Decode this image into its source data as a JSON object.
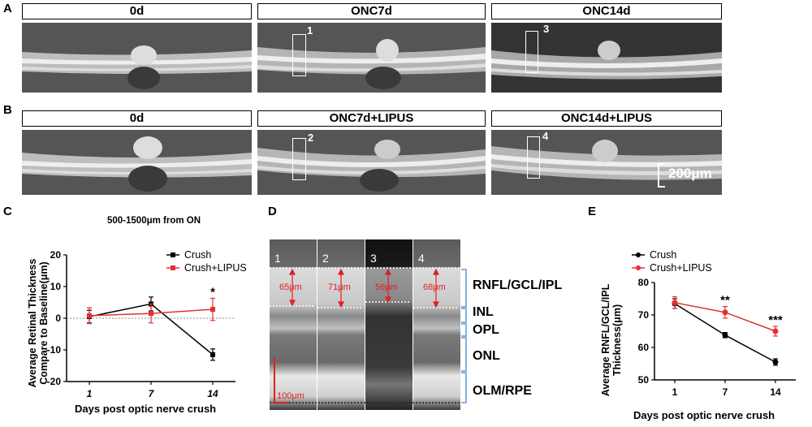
{
  "panels": {
    "A": {
      "label": "A",
      "images": [
        {
          "title": "0d",
          "roi": ""
        },
        {
          "title": "ONC7d",
          "roi": "1"
        },
        {
          "title": "ONC14d",
          "roi": "3"
        }
      ]
    },
    "B": {
      "label": "B",
      "images": [
        {
          "title": "0d",
          "roi": ""
        },
        {
          "title": "ONC7d+LIPUS",
          "roi": "2"
        },
        {
          "title": "ONC14d+LIPUS",
          "roi": "4"
        }
      ],
      "scale_bar": "200μm"
    },
    "C": {
      "label": "C"
    },
    "D": {
      "label": "D",
      "strips": [
        "1",
        "2",
        "3",
        "4"
      ],
      "measurements": [
        "65μm",
        "71μm",
        "56μm",
        "68μm"
      ],
      "layers": [
        "RNFL/GCL/IPL",
        "INL",
        "OPL",
        "ONL",
        "OLM/RPE"
      ],
      "scale_bar": "100μm"
    },
    "E": {
      "label": "E"
    }
  },
  "chart_data": [
    {
      "panel": "C",
      "type": "line",
      "title": "500-1500μm from ON",
      "xlabel": "Days post optic nerve crush",
      "ylabel": "Average Retinal Thickness Compare to Baseline(μm)",
      "ylabel_lines": [
        "Average Retinal Thickness",
        "Compare to Baseline(μm)"
      ],
      "categories": [
        "1",
        "7",
        "14"
      ],
      "ylim": [
        -20,
        20
      ],
      "yticks": [
        "20",
        "10",
        "0",
        "-10",
        "-20"
      ],
      "series": [
        {
          "name": "Crush",
          "color": "#000000",
          "values": [
            0.5,
            4.5,
            -11.5
          ],
          "errors": [
            2.0,
            2.2,
            1.8
          ]
        },
        {
          "name": "Crush+LIPUS",
          "color": "#e53030",
          "values": [
            0.8,
            1.5,
            2.8
          ],
          "errors": [
            2.5,
            3.0,
            3.5
          ]
        }
      ],
      "annotations": [
        {
          "x": "14",
          "text": "*"
        }
      ],
      "baseline": 0
    },
    {
      "panel": "E",
      "type": "line",
      "xlabel": "Days post optic nerve crush",
      "ylabel": "Average RNFL/GCL/IPL Thickness(μm)",
      "ylabel_lines": [
        "Average RNFL/GCL/IPL",
        "Thickness(μm)"
      ],
      "categories": [
        "1",
        "7",
        "14"
      ],
      "ylim": [
        50,
        80
      ],
      "yticks": [
        "80",
        "70",
        "60",
        "50"
      ],
      "series": [
        {
          "name": "Crush",
          "color": "#000000",
          "values": [
            73.5,
            63.8,
            55.5
          ],
          "errors": [
            1.5,
            0.8,
            1.0
          ]
        },
        {
          "name": "Crush+LIPUS",
          "color": "#e53030",
          "values": [
            73.8,
            70.8,
            65.0
          ],
          "errors": [
            1.8,
            1.8,
            1.5
          ]
        }
      ],
      "annotations": [
        {
          "x": "7",
          "text": "**"
        },
        {
          "x": "14",
          "text": "***"
        }
      ]
    }
  ]
}
